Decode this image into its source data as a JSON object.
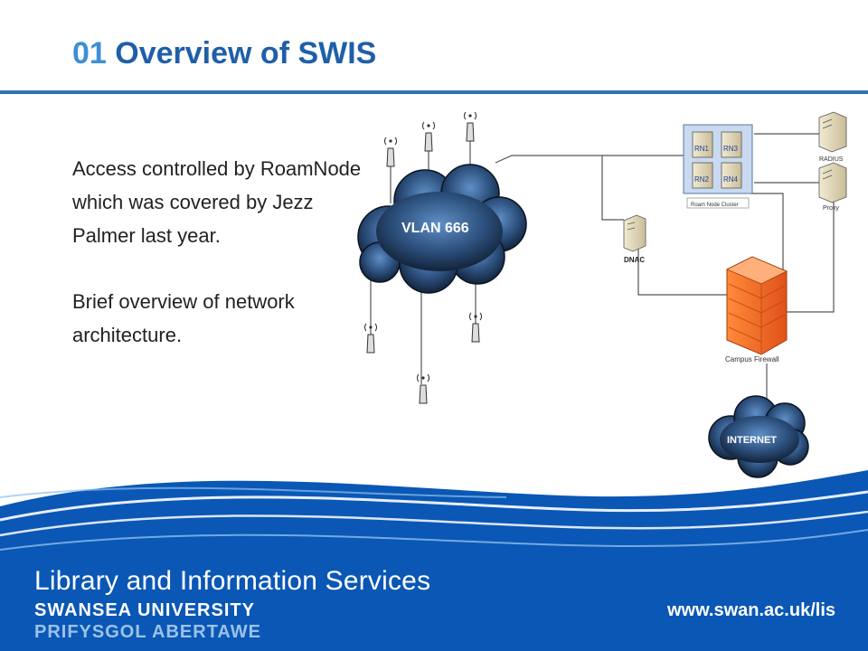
{
  "slide": {
    "title_number": "01",
    "title_text": "Overview of SWIS",
    "paragraphs": [
      "Access controlled by RoamNode which was covered by Jezz Palmer last year.",
      "Brief overview of network architecture."
    ]
  },
  "diagram": {
    "vlan_label": "VLAN 666",
    "internet_label": "INTERNET",
    "cluster_nodes": [
      "RN1",
      "RN3",
      "RN2",
      "RN4"
    ],
    "cluster_label": "Roam Node Cluster",
    "dnac_label": "DNAC",
    "radius_label": "RADIUS",
    "proxy_label": "Proxy",
    "firewall_label": "Campus Firewall"
  },
  "footer": {
    "service_name": "Library and Information Services",
    "university_en": "SWANSEA UNIVERSITY",
    "university_cy": "PRIFYSGOL ABERTAWE",
    "url": "www.swan.ac.uk/lis"
  },
  "colors": {
    "title_blue": "#1f5fa8",
    "number_blue": "#3d8fd6",
    "footer_blue": "#0a57b5"
  }
}
